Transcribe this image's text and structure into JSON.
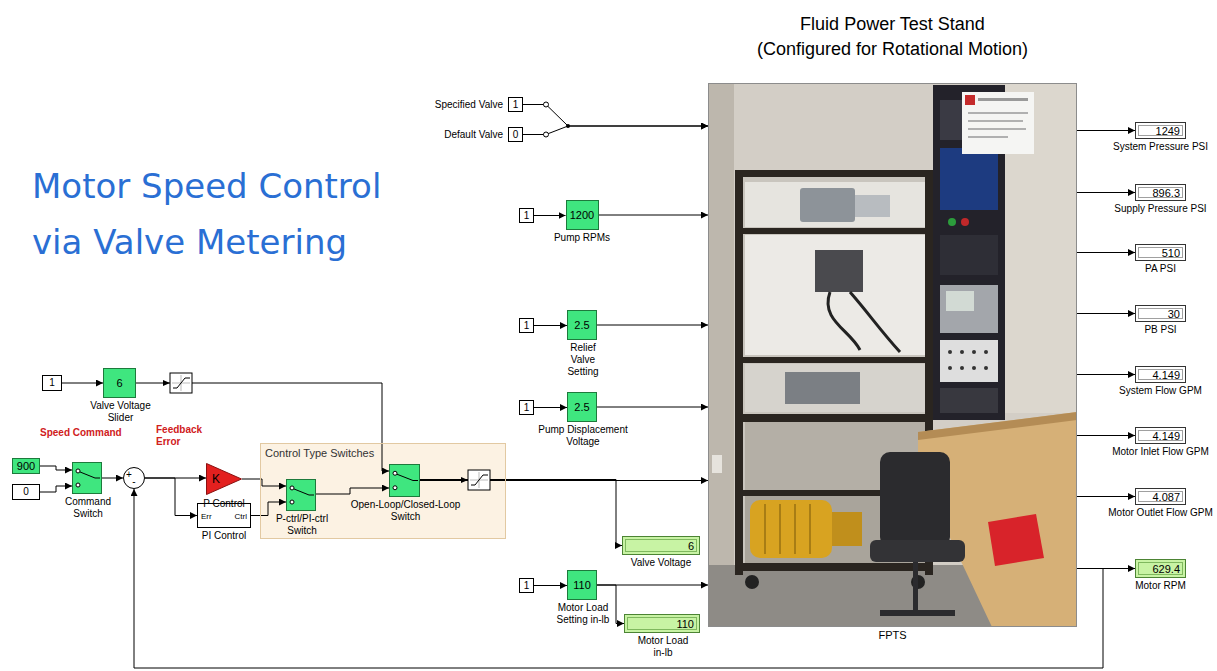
{
  "diagram": {
    "title": "Motor Speed Control via Valve Metering",
    "nodes": [
      {
        "text": [
          "Fluid Power Test Stand (Configured for Rotational Motion)",
          "FPTS"
        ]
      },
      {
        "text": [
          "1",
          "Specified Valve"
        ]
      },
      {
        "text": [
          "0",
          "Default Valve"
        ]
      },
      {
        "text": [
          "1"
        ]
      },
      {
        "text": [
          "1200",
          "Pump RPMs"
        ]
      },
      {
        "text": [
          "1249",
          "System Pressure PSI"
        ]
      },
      {
        "text": [
          "896.3",
          "Supply Pressure PSI"
        ]
      },
      {
        "text": [
          "510",
          "PA PSI"
        ]
      },
      {
        "text": [
          "30",
          "PB PSI"
        ]
      },
      {
        "text": [
          "1"
        ]
      },
      {
        "text": [
          "2.5",
          "Relief Valve Setting"
        ]
      },
      {
        "text": [
          "1"
        ]
      },
      {
        "text": [
          "6",
          "Valve Voltage Slider"
        ]
      },
      {
        "text": [
          "1"
        ]
      },
      {
        "text": [
          "2.5",
          "Pump Displacement Voltage"
        ]
      },
      {
        "text": [
          "4.149",
          "System Flow GPM"
        ]
      },
      {
        "text": [
          "4.149",
          "Motor Inlet Flow GPM"
        ]
      },
      {
        "text": [
          "Control Type Switches"
        ]
      },
      {
        "text": [
          "900"
        ]
      },
      {
        "text": [
          "0"
        ]
      },
      {
        "text": [
          "Command Switch"
        ]
      },
      {
        "text": [
          "+",
          "-"
        ]
      },
      {
        "text": [
          "K",
          "P Control"
        ]
      },
      {
        "text": [
          "P-ctrl/PI-ctrl Switch"
        ],
        "in": 17
      },
      {
        "text": [
          "Open-Loop/Closed-Loop Switch"
        ],
        "in": 17
      },
      {
        "text": [
          "Err",
          "Ctrl",
          "PI Control"
        ]
      },
      {
        "text": [
          "4.087",
          "Motor Outlet Flow GPM"
        ]
      },
      {
        "text": [
          "6",
          "Valve Voltage"
        ]
      },
      {
        "text": [
          "629.4",
          "Motor RPM"
        ]
      },
      {
        "text": [
          "1"
        ]
      },
      {
        "text": [
          "110",
          "Motor Load Setting in-lb"
        ]
      },
      {
        "text": [
          "110",
          "Motor Load in-lb"
        ]
      }
    ],
    "edges": [
      {
        "from": 1,
        "to": 0,
        "arrow": "to"
      },
      {
        "from": 2,
        "to": 0,
        "arrow": "to"
      },
      {
        "from": 3,
        "to": 4,
        "arrow": "to"
      },
      {
        "from": 4,
        "to": 0,
        "arrow": "to"
      },
      {
        "from": 0,
        "to": 5,
        "arrow": "to"
      },
      {
        "from": 0,
        "to": 6,
        "arrow": "to"
      },
      {
        "from": 0,
        "to": 7,
        "arrow": "to"
      },
      {
        "from": 0,
        "to": 8,
        "arrow": "to"
      },
      {
        "from": 9,
        "to": 10,
        "arrow": "to"
      },
      {
        "from": 10,
        "to": 0,
        "arrow": "to"
      },
      {
        "from": 11,
        "to": 12,
        "arrow": "to"
      },
      {
        "from": 12,
        "to": 24,
        "arrow": "to"
      },
      {
        "from": 13,
        "to": 14,
        "arrow": "to"
      },
      {
        "from": 14,
        "to": 0,
        "arrow": "to"
      },
      {
        "from": 0,
        "to": 15,
        "arrow": "to"
      },
      {
        "from": 0,
        "to": 16,
        "arrow": "to"
      },
      {
        "from": 18,
        "to": 20,
        "arrow": "to"
      },
      {
        "from": 19,
        "to": 20,
        "arrow": "to"
      },
      {
        "from": 20,
        "to": 21,
        "arrow": "to"
      },
      {
        "from": 21,
        "to": 22,
        "arrow": "to"
      },
      {
        "from": 21,
        "to": 25,
        "arrow": "to"
      },
      {
        "from": 22,
        "to": 23,
        "arrow": "to"
      },
      {
        "from": 25,
        "to": 23,
        "arrow": "to"
      },
      {
        "from": 23,
        "to": 24,
        "arrow": "to"
      },
      {
        "from": 24,
        "to": 0,
        "arrow": "to"
      },
      {
        "from": 24,
        "to": 27,
        "arrow": "to"
      },
      {
        "from": 0,
        "to": 26,
        "arrow": "to"
      },
      {
        "from": 0,
        "to": 28,
        "arrow": "to"
      },
      {
        "from": 0,
        "to": 21,
        "arrow": "to"
      },
      {
        "from": 29,
        "to": 30,
        "arrow": "to"
      },
      {
        "from": 30,
        "to": 0,
        "arrow": "to"
      },
      {
        "from": 30,
        "to": 31,
        "arrow": "to"
      }
    ],
    "labels": [
      "Speed Command",
      "Feedback Error"
    ]
  }
}
